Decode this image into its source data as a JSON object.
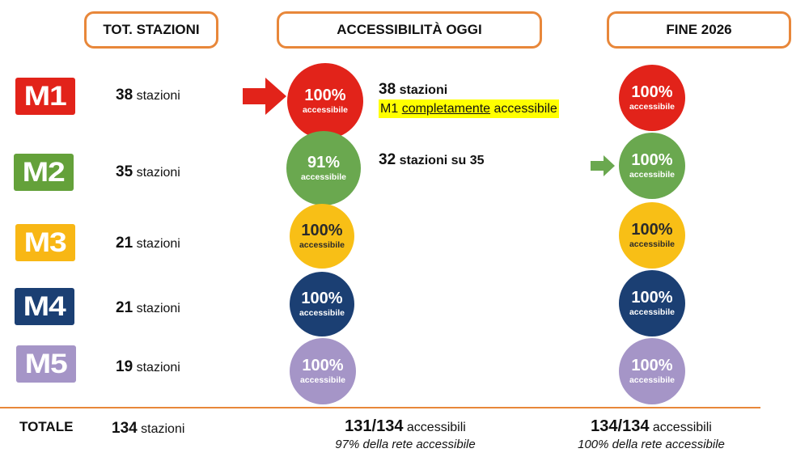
{
  "headers": {
    "tot_stazioni": "TOT. STAZIONI",
    "accessibilita_oggi": "ACCESSIBILITÀ OGGI",
    "fine_2026": "FINE 2026"
  },
  "lines": [
    {
      "id": "M1",
      "color": "#e2231a",
      "stations": "38",
      "stations_label": "stazioni",
      "today": {
        "pct": "100%",
        "label": "accessibile",
        "color": "#e2231a",
        "text_color": "#ffffff"
      },
      "note": {
        "count": "38",
        "text": "stazioni",
        "highlight_prefix": "M1",
        "highlight_underlined": "completamente",
        "highlight_suffix": "accessibile"
      },
      "future": {
        "pct": "100%",
        "label": "accessibile",
        "color": "#e2231a",
        "text_color": "#ffffff"
      }
    },
    {
      "id": "M2",
      "color": "#64a13a",
      "stations": "35",
      "stations_label": "stazioni",
      "today": {
        "pct": "91%",
        "label": "accessibile",
        "color": "#6aa84f",
        "text_color": "#ffffff"
      },
      "note": {
        "count": "32",
        "text": "stazioni su 35"
      },
      "future": {
        "pct": "100%",
        "label": "accessibile",
        "color": "#6aa84f",
        "text_color": "#ffffff"
      }
    },
    {
      "id": "M3",
      "color": "#f8b715",
      "stations": "21",
      "stations_label": "stazioni",
      "today": {
        "pct": "100%",
        "label": "accessibile",
        "color": "#f8bf16",
        "text_color": "#2b2b2b"
      },
      "future": {
        "pct": "100%",
        "label": "accessibile",
        "color": "#f8bf16",
        "text_color": "#2b2b2b"
      }
    },
    {
      "id": "M4",
      "color": "#1b3f73",
      "stations": "21",
      "stations_label": "stazioni",
      "today": {
        "pct": "100%",
        "label": "accessibile",
        "color": "#1b3f73",
        "text_color": "#ffffff"
      },
      "future": {
        "pct": "100%",
        "label": "accessibile",
        "color": "#1b3f73",
        "text_color": "#ffffff"
      }
    },
    {
      "id": "M5",
      "color": "#a595c7",
      "stations": "19",
      "stations_label": "stazioni",
      "today": {
        "pct": "100%",
        "label": "accessibile",
        "color": "#a595c7",
        "text_color": "#ffffff"
      },
      "future": {
        "pct": "100%",
        "label": "accessibile",
        "color": "#a595c7",
        "text_color": "#ffffff"
      }
    }
  ],
  "totals": {
    "label": "TOTALE",
    "stations": "134",
    "stations_label": "stazioni",
    "today_count": "131/134",
    "today_label": "accessibili",
    "today_sub": "97% della rete accessibile",
    "future_count": "134/134",
    "future_label": "accessibili",
    "future_sub": "100% della rete accessibile"
  },
  "colors": {
    "accent_orange": "#e8873a",
    "arrow_red": "#e2231a",
    "arrow_green": "#6aa84f",
    "highlight": "#ffff00"
  }
}
